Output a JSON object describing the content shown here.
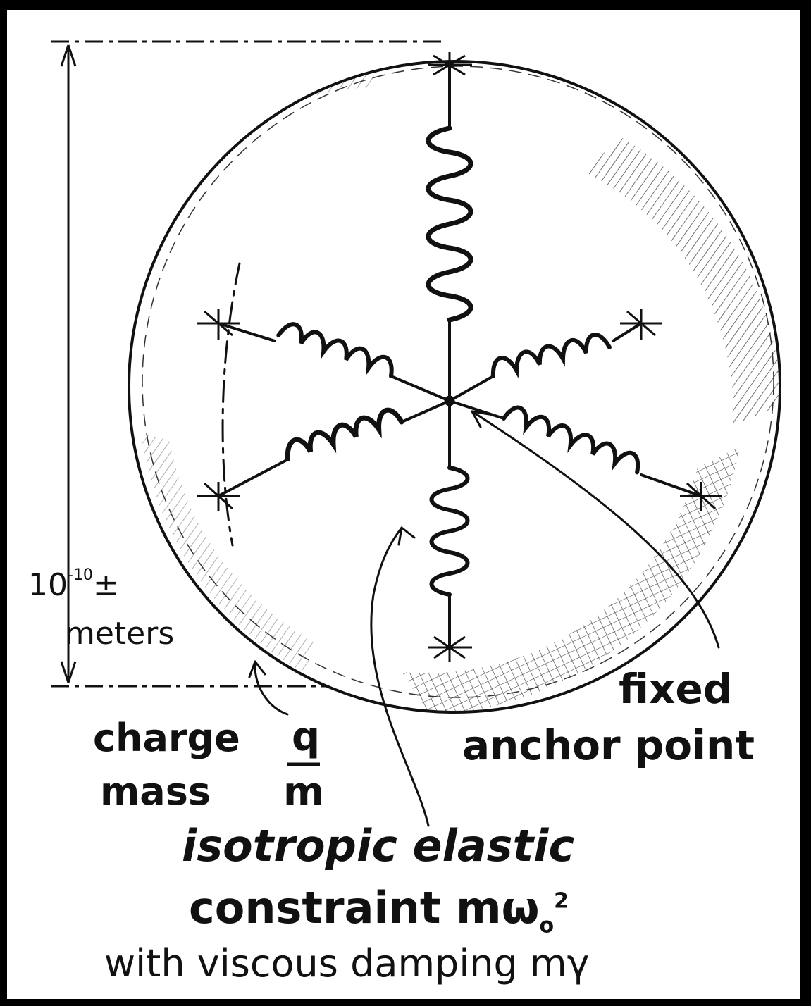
{
  "diagram": {
    "size_label": {
      "base": "10",
      "exponent": "-10",
      "pm": "±",
      "unit": "meters"
    },
    "charge_label": {
      "charge_word": "charge",
      "charge_symbol": "q",
      "mass_word": "mass",
      "mass_symbol": "m"
    },
    "anchor_label": {
      "line1": "fixed",
      "line2": "anchor point"
    },
    "constraint_label": {
      "line1": "isotropic elastic",
      "line2_text": "constraint  mω",
      "line2_sub": "o",
      "line2_sup": "2",
      "line3": "with viscous damping  mγ"
    }
  }
}
